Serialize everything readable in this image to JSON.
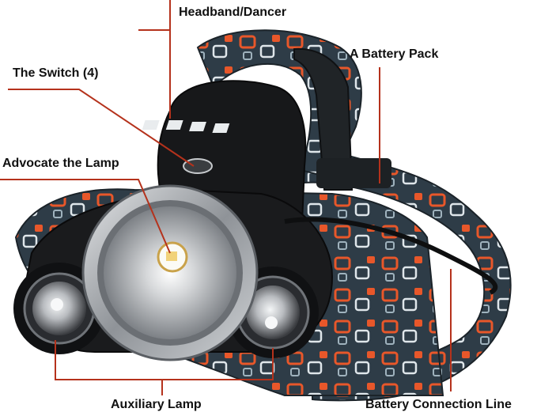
{
  "labels": {
    "headband": "Headband/Dancer",
    "battery_pack": "A Battery Pack",
    "switch": "The Switch (4)",
    "advocate_lamp": "Advocate the Lamp",
    "auxiliary_lamp": "Auxiliary Lamp",
    "battery_line": "Battery Connection Line"
  },
  "colors": {
    "leader_line": "#b5321c",
    "strap_dark": "#2b3a44",
    "pattern_orange": "#e8572a",
    "pattern_white": "#e9eef0",
    "housing": "#1c1c1e",
    "bezel": "#a9adb1"
  }
}
